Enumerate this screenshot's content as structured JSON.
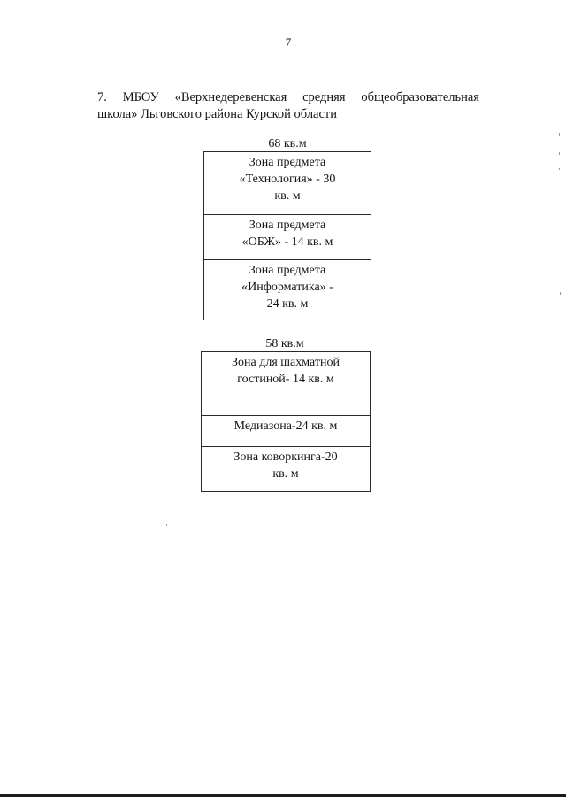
{
  "page": {
    "number": "7"
  },
  "heading": {
    "line1_words": [
      "7.",
      "МБОУ",
      "«Верхнедеревенская",
      "средняя",
      "общеобразовательная"
    ],
    "line2": "школа» Льговского района Курской области"
  },
  "blocks": [
    {
      "area_label": "68 кв.м",
      "zones": [
        {
          "lines": [
            "Зона предмета",
            "«Технология» - 30",
            "кв. м"
          ]
        },
        {
          "lines": [
            "Зона предмета",
            "«ОБЖ» -  14 кв. м"
          ]
        },
        {
          "lines": [
            "Зона предмета",
            "«Информатика» -",
            "24 кв. м"
          ]
        }
      ]
    },
    {
      "area_label": "58 кв.м",
      "zones": [
        {
          "lines": [
            "Зона для шахматной",
            "гостиной- 14 кв. м"
          ]
        },
        {
          "lines": [
            "Медиазона-24 кв. м"
          ]
        },
        {
          "lines": [
            "Зона коворкинга-20",
            "кв. м"
          ]
        }
      ]
    }
  ]
}
